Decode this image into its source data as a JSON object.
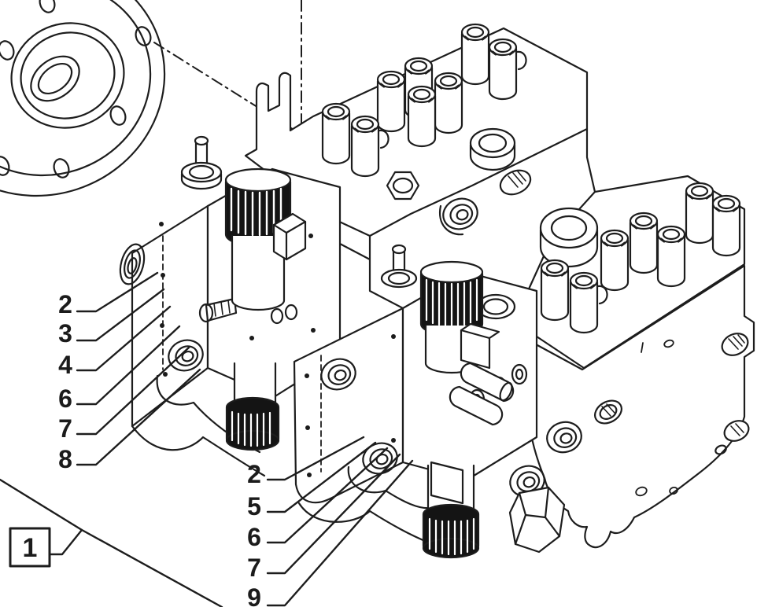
{
  "figure": {
    "type": "technical-parts-diagram",
    "subject": "hydraulic control valve assembly with mounting flange",
    "background_color": "#ffffff",
    "line_color": "#1d1d1d",
    "cap_fill_color": "#141414"
  },
  "callouts": {
    "boxed_label": "1",
    "left_column": [
      "2",
      "3",
      "4",
      "6",
      "7",
      "8"
    ],
    "bottom_column": [
      "2",
      "5",
      "6",
      "7",
      "9"
    ]
  }
}
